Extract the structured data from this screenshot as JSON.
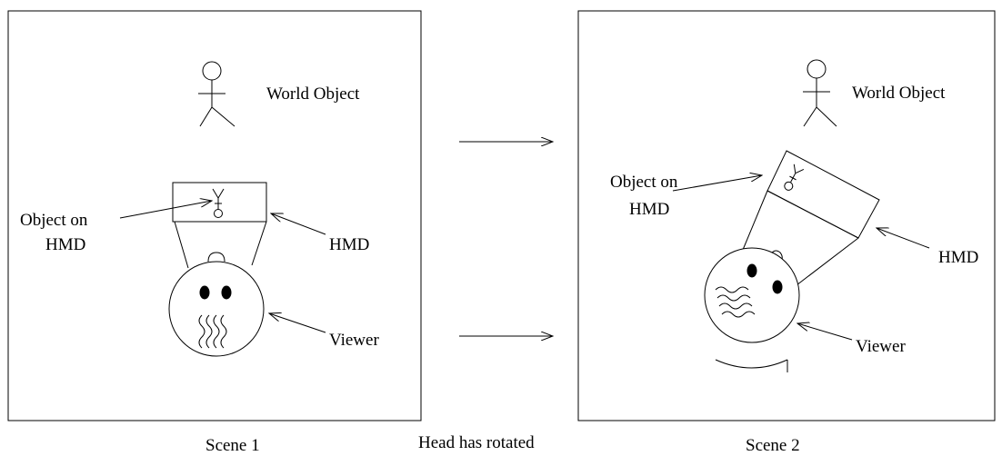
{
  "scene1": {
    "caption": "Scene 1",
    "world_object_label": "World Object",
    "object_on_hmd_line1": "Object on",
    "object_on_hmd_line2": "HMD",
    "hmd_label": "HMD",
    "viewer_label": "Viewer"
  },
  "scene2": {
    "caption": "Scene 2",
    "world_object_label": "World Object",
    "object_on_hmd_line1": "Object on",
    "object_on_hmd_line2": "HMD",
    "hmd_label": "HMD",
    "viewer_label": "Viewer"
  },
  "transition_caption": "Head has rotated"
}
